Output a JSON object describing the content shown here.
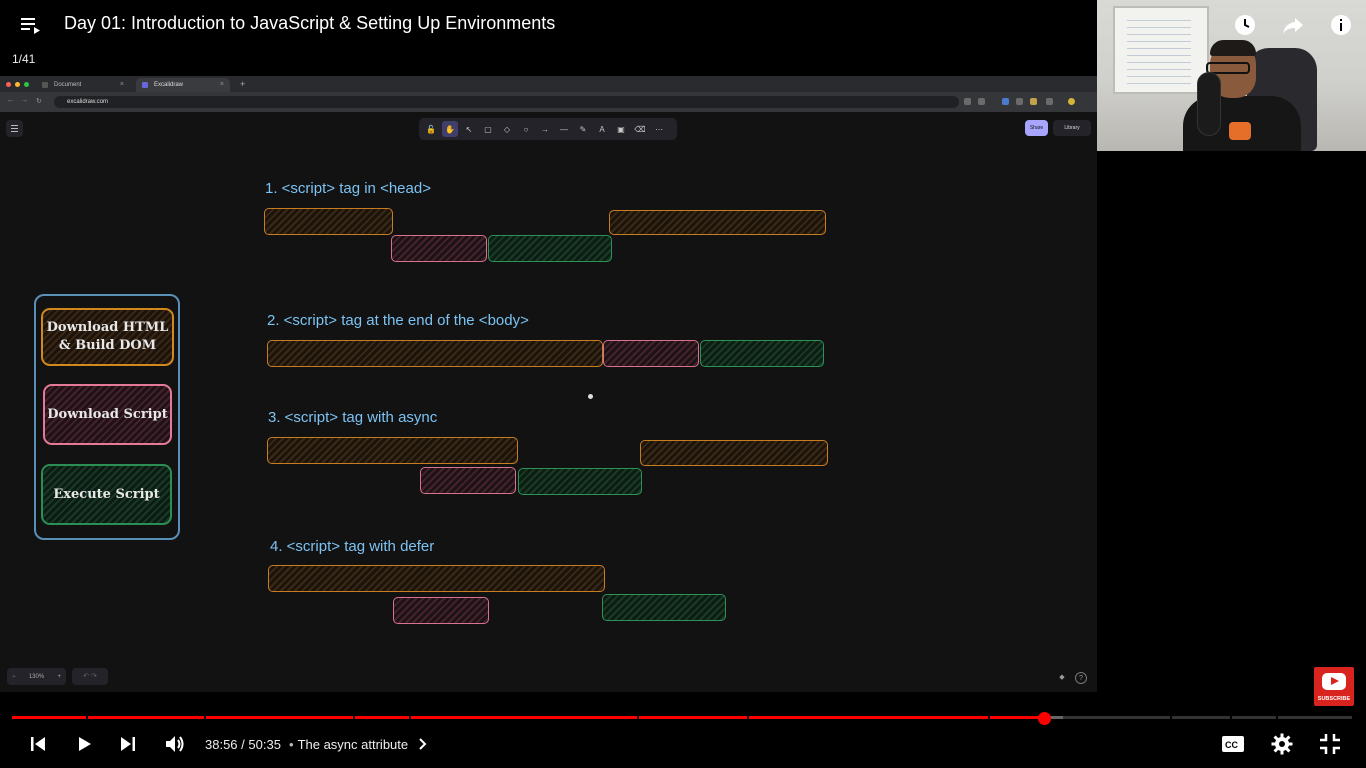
{
  "video": {
    "title": "Day 01: Introduction to JavaScript & Setting Up Environments",
    "playlist_index": "1/41",
    "current_time": "38:56",
    "separator": "/",
    "duration": "50:35",
    "chapter_title": "The async attribute",
    "progress_fraction": 0.77
  },
  "top_actions": {
    "icons": [
      "watch-later-icon",
      "share-icon",
      "info-icon"
    ]
  },
  "browser": {
    "tabs": [
      {
        "label": "Document",
        "active": false
      },
      {
        "label": "Excalidraw",
        "active": true
      }
    ],
    "url": "excalidraw.com"
  },
  "excalidraw": {
    "share_label": "Share",
    "library_label": "Library",
    "zoom_label": "130%",
    "zoom_minus": "−",
    "zoom_plus": "+",
    "tools": [
      "lock-icon",
      "hand-icon",
      "selection-icon",
      "rectangle-icon",
      "diamond-icon",
      "ellipse-icon",
      "arrow-icon",
      "line-icon",
      "draw-icon",
      "text-icon",
      "image-icon",
      "eraser-icon",
      "more-tools-icon"
    ]
  },
  "legend": {
    "download_html": "Download HTML & Build DOM",
    "download_script": "Download Script",
    "execute_script": "Execute Script",
    "colors": {
      "html": "#d1891e",
      "download": "#e47a97",
      "execute": "#2b8f55",
      "frame": "#5a8fb8"
    }
  },
  "sections": [
    {
      "label": "1. <script> tag in <head>"
    },
    {
      "label": "2. <script> tag at the end of the <body>"
    },
    {
      "label": "3. <script> tag with async"
    },
    {
      "label": "4. <script> tag with defer"
    }
  ],
  "subscribe_label": "SUBSCRIBE",
  "colors": {
    "progress_played": "#ff0000",
    "progress_buffered": "#ffffff66",
    "progress_unplayed": "#ffffff33",
    "label_blue": "#7cc3f3",
    "share_purple": "#a8a5ff"
  }
}
